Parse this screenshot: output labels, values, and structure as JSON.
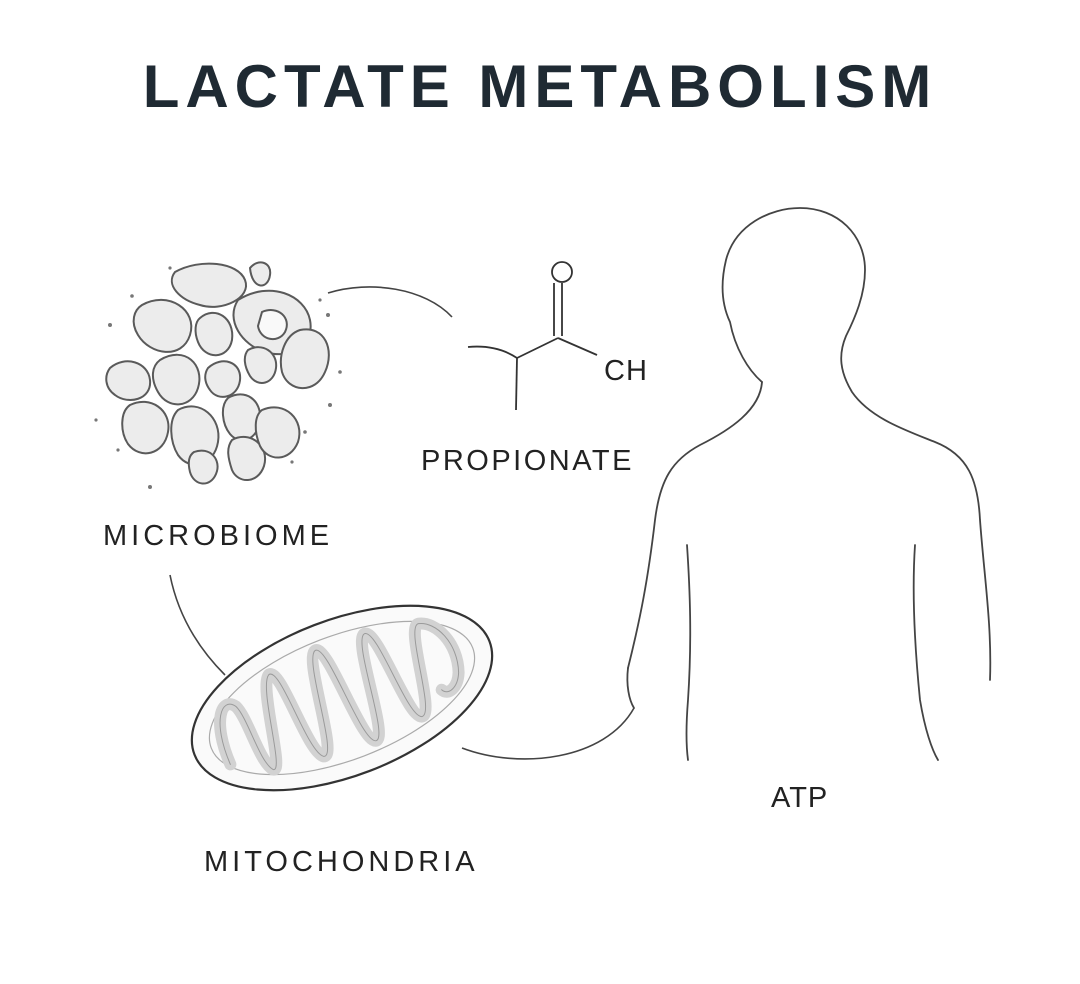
{
  "title": "LACTATE METABOLISM",
  "nodes": {
    "microbiome": "MICROBIOME",
    "propionate": "PROPIONATE",
    "mitochondria": "MITOCHONDRIA",
    "atp": "ATP"
  },
  "molecule": {
    "group_label": "CH"
  },
  "colors": {
    "title": "#1f2a33",
    "line": "#333333",
    "cristae": "#d4d4d4"
  },
  "icons": [
    "microbiome-icon",
    "propionate-structure-icon",
    "mitochondria-icon",
    "human-silhouette-icon"
  ]
}
